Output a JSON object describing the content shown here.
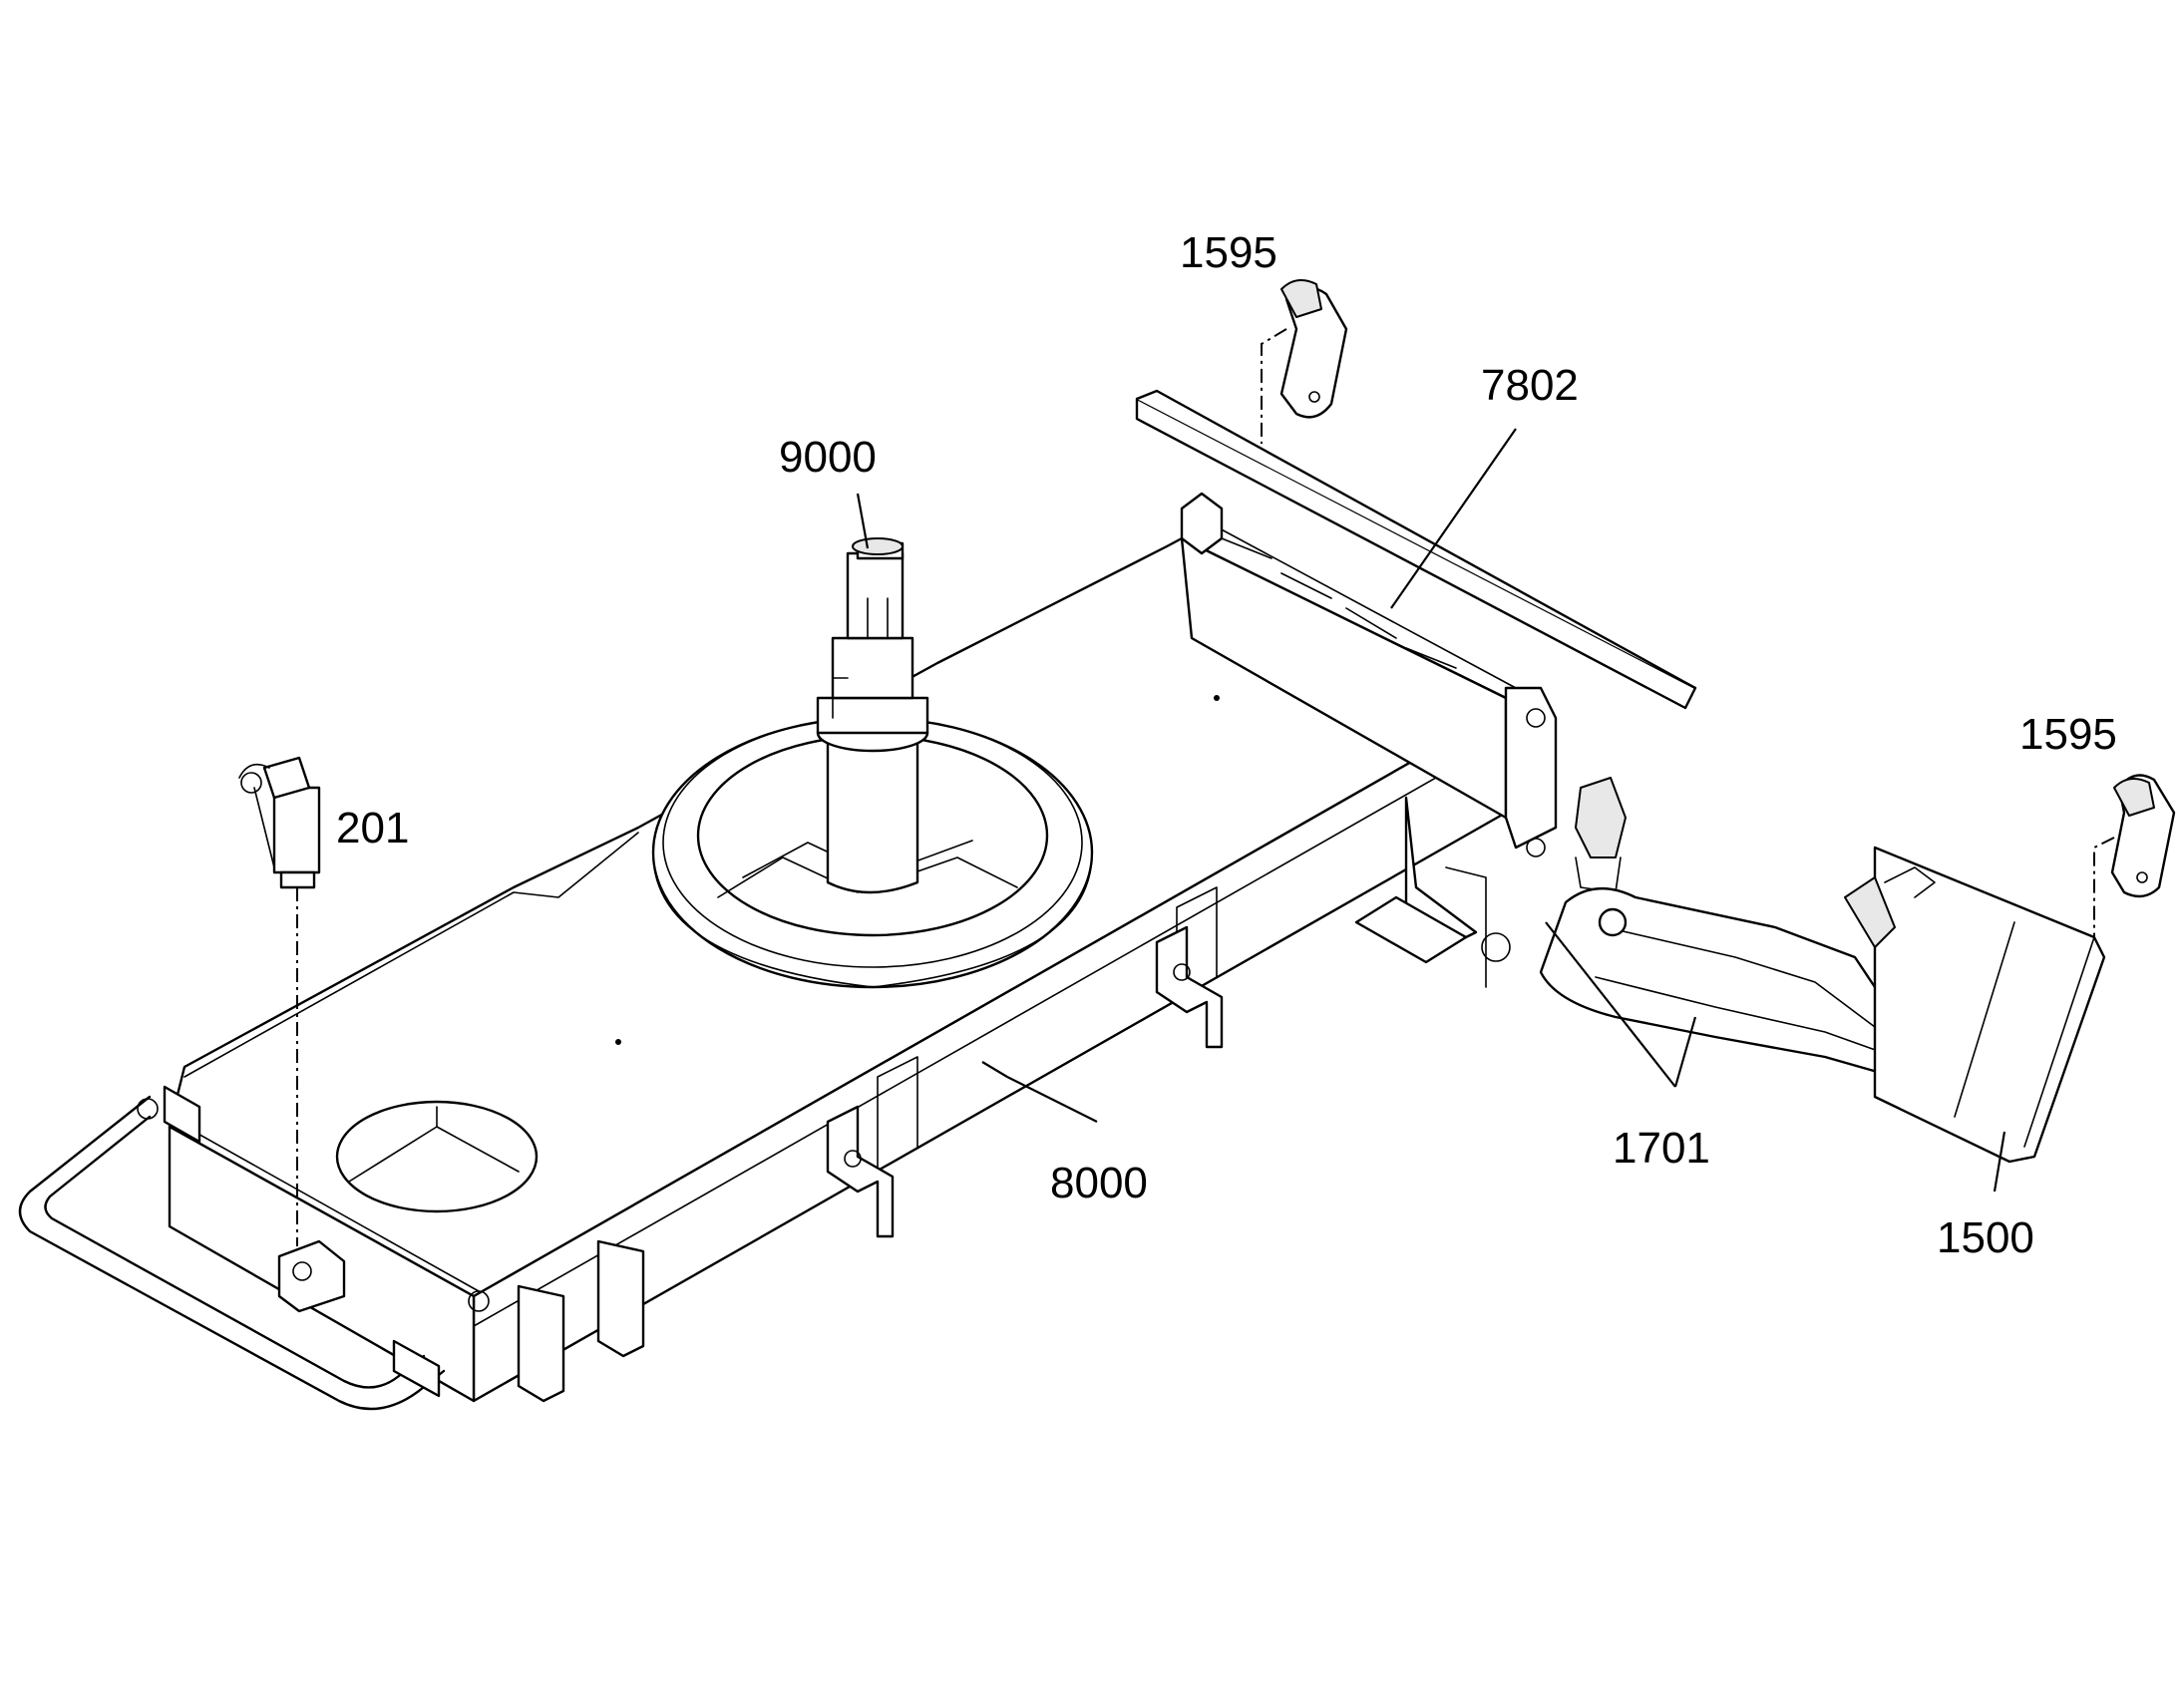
{
  "callouts": [
    {
      "id": "c-1595-top",
      "text": "1595"
    },
    {
      "id": "c-7802",
      "text": "7802"
    },
    {
      "id": "c-9000",
      "text": "9000"
    },
    {
      "id": "c-201",
      "text": "201"
    },
    {
      "id": "c-1595-right",
      "text": "1595"
    },
    {
      "id": "c-8000",
      "text": "8000"
    },
    {
      "id": "c-1701",
      "text": "1701"
    },
    {
      "id": "c-1500",
      "text": "1500"
    }
  ]
}
